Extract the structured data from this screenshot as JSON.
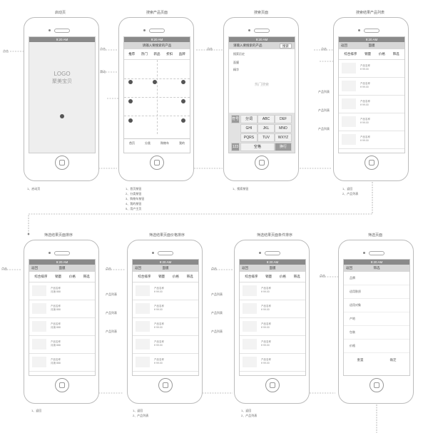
{
  "screen_titles": [
    "启动页",
    "搜索产品页面",
    "搜索页面",
    "搜索结果产品列表",
    "筛选结果页面排序",
    "筛选结果页面价格排序",
    "筛选结果页面条件排序",
    "筛选页面"
  ],
  "phone1": {
    "logo": "LOGO",
    "brand": "聚美宝贝"
  },
  "status_time": "9:20 AM",
  "search": {
    "placeholder": "请输入要搜索的产品",
    "button": "搜索"
  },
  "home_tabs": [
    "推荐",
    "热门",
    "新品",
    "折扣",
    "品牌"
  ],
  "home_bottom": [
    "首页",
    "分类",
    "购物车",
    "我的"
  ],
  "search_page": {
    "history_label": "搜索历史",
    "item1": "面膜",
    "item2": "精华",
    "hint": "热门搜索"
  },
  "keyboard": {
    "row1": [
      "分词",
      "ABC",
      "DEF"
    ],
    "row2": [
      "GHI",
      "JKL",
      "MNO"
    ],
    "row3": [
      "PQRS",
      "TUV",
      "WXYZ"
    ],
    "symbol": "符号",
    "num": "123",
    "space": "空格",
    "enter": "换行"
  },
  "result_list": {
    "back": "返回",
    "title": "面膜",
    "filters": [
      "综合排序",
      "销量",
      "价格",
      "筛选"
    ],
    "item_name": "产品名称",
    "item_price": "¥ 99.00",
    "item_sales": "月销 888"
  },
  "filter_page": {
    "title": "筛选",
    "options": [
      "品牌",
      "适用肤质",
      "适用对象",
      "产地",
      "包装",
      "价格"
    ],
    "reset": "重置",
    "confirm": "确定"
  },
  "side_notes": {
    "touch": "点击",
    "swipe": "滑动",
    "product": "产品列表"
  },
  "legend": {
    "p1": [
      "1、启动页"
    ],
    "p2": [
      "1、首页按钮",
      "2、分类按钮",
      "3、购物车按钮",
      "4、我的按钮",
      "5、用户主页"
    ],
    "p3": [
      "1、搜索按钮"
    ],
    "p4": [
      "1、返回",
      "2、产品列表"
    ],
    "p5": [
      "1、返回"
    ],
    "p6": [
      "1、返回",
      "2、产品列表"
    ],
    "p7": [
      "1、返回",
      "2、产品列表"
    ]
  }
}
